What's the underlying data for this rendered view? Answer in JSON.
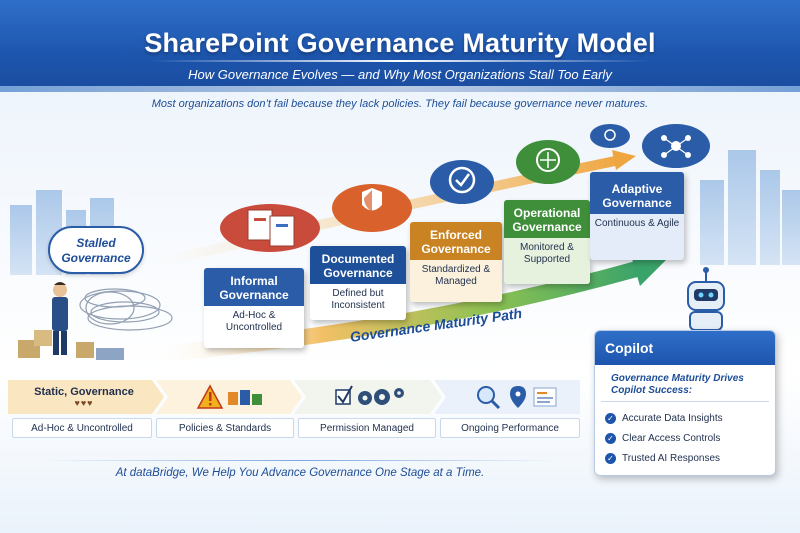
{
  "header": {
    "title": "SharePoint Governance Maturity Model",
    "subtitle": "How Governance Evolves — and Why Most Organizations Stall Too Early"
  },
  "intro": "Most organizations don’t fail because they lack policies. They fail because governance never matures.",
  "stalled_bubble": "Stalled Governance",
  "stages": [
    {
      "title": "Informal Governance",
      "desc": "Ad-Hoc & Uncontrolled",
      "color": "#2a5ca8",
      "icon": "documents-icon"
    },
    {
      "title": "Documented Governance",
      "desc": "Defined but Inconsistent",
      "color": "#1e4f99",
      "icon": "shield-icon"
    },
    {
      "title": "Enforced Governance",
      "desc": "Standardized & Managed",
      "color": "#c98322",
      "icon": "checkmark-icon"
    },
    {
      "title": "Operational Governance",
      "desc": "Monitored & Supported",
      "color": "#3f8f3a",
      "icon": "brain-icon"
    },
    {
      "title": "Adaptive Governance",
      "desc": "Continuous & Agile",
      "color": "#2a5ca8",
      "icon": "network-icon"
    }
  ],
  "path_label": "Governance Maturity Path",
  "bottom_steps": [
    {
      "title": "Static, Governance",
      "label": "Ad-Hoc & Uncontrolled"
    },
    {
      "label": "Policies & Standards",
      "icon": "warning-icon"
    },
    {
      "label": "Permission Managed",
      "icon": "gears-icon"
    },
    {
      "label": "Ongoing Performance",
      "icon": "magnifier-icon"
    }
  ],
  "copilot": {
    "title": "Copilot",
    "subtitle": "Governance Maturity Drives Copilot Success:",
    "items": [
      "Accurate Data Insights",
      "Clear Access Controls",
      "Trusted AI Responses"
    ]
  },
  "footer": "At dataBridge, We Help You Advance Governance One Stage at a Time.",
  "colors": {
    "primary": "#1d55ad",
    "accent_orange": "#e0922a",
    "accent_green": "#3f8f3a"
  }
}
